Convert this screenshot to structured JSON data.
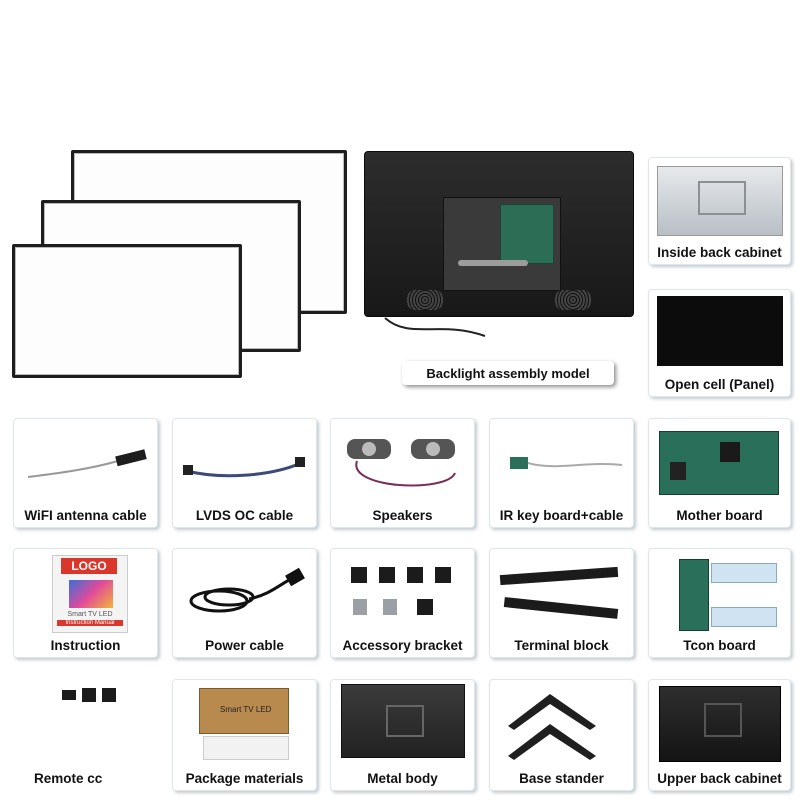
{
  "hero": {
    "backlight_label": "Backlight  assembly model",
    "inside_back_cabinet_label": "Inside back cabinet",
    "open_cell_label": "Open cell (Panel)"
  },
  "parts": [
    {
      "label": "WiFI antenna cable",
      "icon": "antenna-cable-icon"
    },
    {
      "label": "LVDS  OC cable",
      "icon": "lvds-cable-icon"
    },
    {
      "label": "Speakers",
      "icon": "speakers-icon"
    },
    {
      "label": "IR key board+cable",
      "icon": "ir-board-icon"
    },
    {
      "label": "Mother board",
      "icon": "motherboard-icon"
    },
    {
      "label": "Instruction",
      "icon": "manual-icon"
    },
    {
      "label": "Power cable",
      "icon": "power-cable-icon"
    },
    {
      "label": "Accessory bracket",
      "icon": "bracket-icon"
    },
    {
      "label": "Terminal block",
      "icon": "terminal-block-icon"
    },
    {
      "label": "Tcon board",
      "icon": "tcon-board-icon"
    },
    {
      "label": "Remote cc",
      "icon": "remote-icon"
    },
    {
      "label": "Package materials",
      "icon": "package-icon"
    },
    {
      "label": "Metal body",
      "icon": "metal-body-icon"
    },
    {
      "label": "Base stander",
      "icon": "stand-icon"
    },
    {
      "label": "Upper back cabinet",
      "icon": "back-cabinet-icon"
    }
  ],
  "manual": {
    "logo": "LOGO",
    "product": "Smart TV LED",
    "subtitle": "Instruction Manual"
  },
  "package_box_text": "Smart TV LED",
  "colors": {
    "card_border": "#dfe7ec",
    "pcb_green": "#2a6f5a",
    "logo_red": "#d9372b"
  }
}
